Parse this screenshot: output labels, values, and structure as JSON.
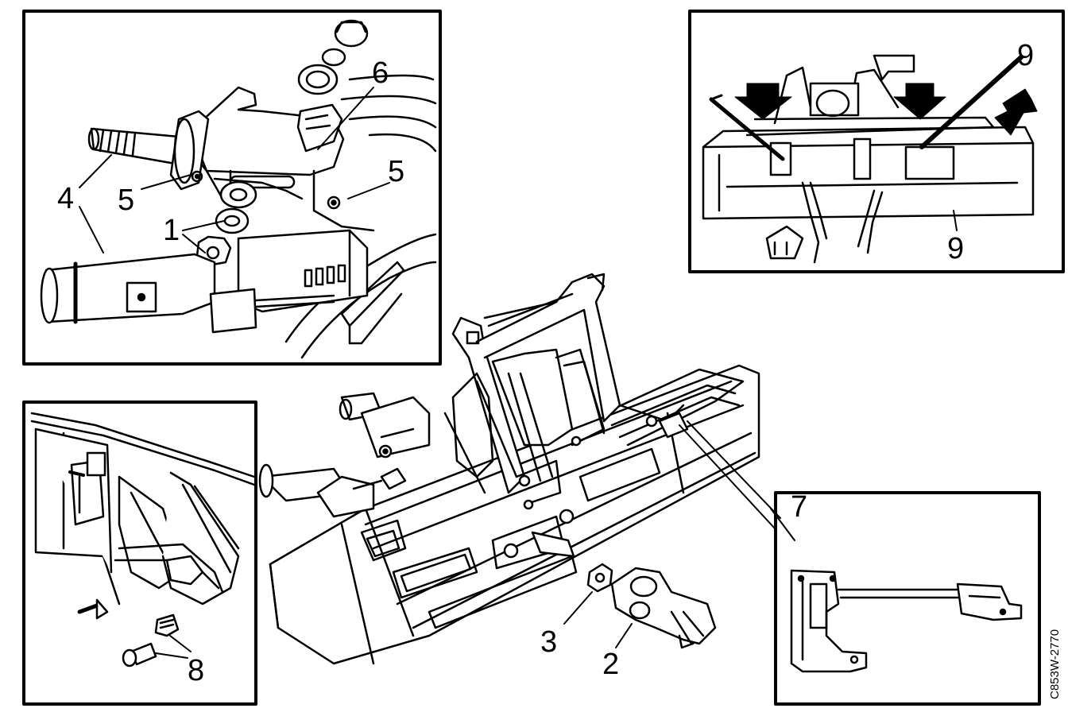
{
  "figure": {
    "code": "C853W-2770",
    "callouts": {
      "c1": "1",
      "c2": "2",
      "c3": "3",
      "c4": "4",
      "c5a": "5",
      "c5b": "5",
      "c6": "6",
      "c7": "7",
      "c8": "8",
      "c9a": "9",
      "c9b": "9"
    },
    "colors": {
      "ink": "#000000",
      "paper": "#ffffff"
    }
  }
}
